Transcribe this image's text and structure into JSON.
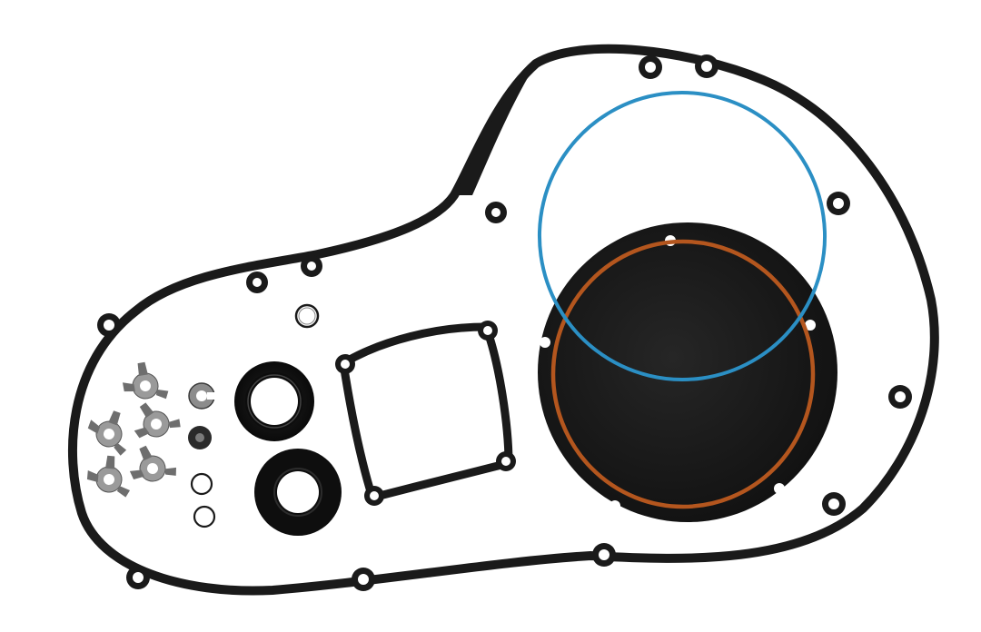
{
  "colors": {
    "background": "#ffffff",
    "gasket": "#1a1a1a",
    "hole_fill": "#ffffff",
    "blue_oring": "#2b8fc4",
    "orange_oring": "#b4561e",
    "metal_tab": "#9a9a9a",
    "metal_tab_dark": "#6e6e6e"
  },
  "parts": [
    "primary-cover-gasket",
    "inspection-cover-gasket",
    "derby-cover-gasket",
    "blue-o-ring",
    "orange-o-ring",
    "large-shaft-seal",
    "small-shaft-seal",
    "lock-tabs",
    "small-o-rings"
  ]
}
